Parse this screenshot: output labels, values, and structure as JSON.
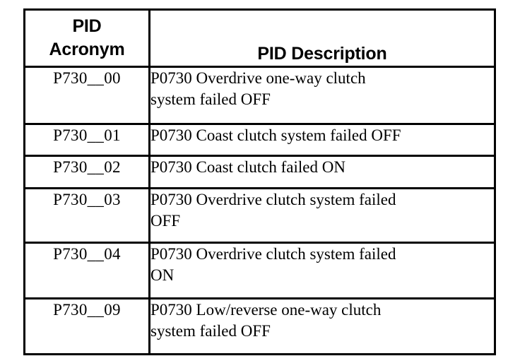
{
  "table": {
    "columns": [
      {
        "key": "acronym",
        "header_lines": [
          "PID",
          "Acronym"
        ]
      },
      {
        "key": "description",
        "header_lines": [
          "PID Description"
        ]
      }
    ],
    "rows": [
      {
        "acronym": "P730__00",
        "description": "P0730 Overdrive one-way clutch system failed OFF",
        "description_lines": [
          "P0730 Overdrive one-way clutch",
          "system failed OFF"
        ]
      },
      {
        "acronym": "P730__01",
        "description": "P0730 Coast clutch system failed OFF",
        "description_lines": [
          "P0730 Coast clutch system failed OFF"
        ]
      },
      {
        "acronym": "P730__02",
        "description": "P0730 Coast clutch failed ON",
        "description_lines": [
          "P0730 Coast clutch failed ON"
        ]
      },
      {
        "acronym": "P730__03",
        "description": "P0730 Overdrive clutch system failed OFF",
        "description_lines": [
          "P0730 Overdrive clutch system failed",
          "OFF"
        ]
      },
      {
        "acronym": "P730__04",
        "description": "P0730 Overdrive clutch system failed ON",
        "description_lines": [
          "P0730 Overdrive clutch system failed",
          "ON"
        ]
      },
      {
        "acronym": "P730__09",
        "description": "P0730 Low/reverse one-way clutch system failed OFF",
        "description_lines": [
          "P0730 Low/reverse one-way clutch",
          "system failed OFF"
        ]
      }
    ]
  },
  "colors": {
    "border": "#000000",
    "text": "#000000",
    "background": "#ffffff"
  }
}
